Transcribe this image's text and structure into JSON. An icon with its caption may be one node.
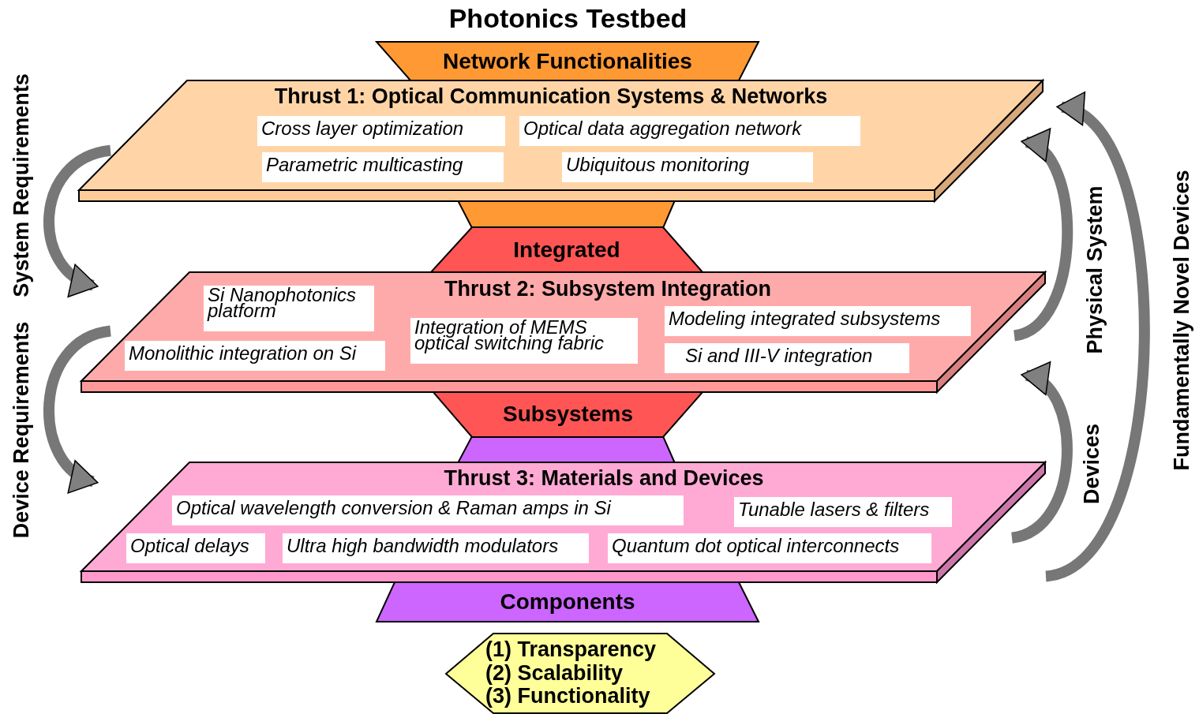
{
  "diagram": {
    "title": "Photonics Testbed",
    "nodes": [
      {
        "text": [
          "Network Functionalities"
        ]
      },
      {
        "text": [
          "Thrust 1: Optical Communication Systems & Networks"
        ]
      },
      {
        "text": [
          "Cross layer optimization"
        ],
        "in": 1
      },
      {
        "text": [
          "Optical data aggregation network"
        ],
        "in": 1
      },
      {
        "text": [
          "Parametric multicasting"
        ],
        "in": 1
      },
      {
        "text": [
          "Ubiquitous monitoring"
        ],
        "in": 1
      },
      {
        "text": [
          "Integrated"
        ]
      },
      {
        "text": [
          "Thrust 2: Subsystem Integration"
        ]
      },
      {
        "text": [
          "Si Nanophotonics platform"
        ],
        "in": 7
      },
      {
        "text": [
          "Integration of MEMS optical switching fabric"
        ],
        "in": 7
      },
      {
        "text": [
          "Modeling integrated subsystems"
        ],
        "in": 7
      },
      {
        "text": [
          "Monolithic integration on Si"
        ],
        "in": 7
      },
      {
        "text": [
          "Si and III-V integration"
        ],
        "in": 7
      },
      {
        "text": [
          "Subsystems"
        ]
      },
      {
        "text": [
          "Thrust 3: Materials and Devices"
        ]
      },
      {
        "text": [
          "Optical wavelength conversion & Raman amps in Si"
        ],
        "in": 14
      },
      {
        "text": [
          "Tunable lasers & filters"
        ],
        "in": 14
      },
      {
        "text": [
          "Optical delays"
        ],
        "in": 14
      },
      {
        "text": [
          "Ultra high bandwidth modulators"
        ],
        "in": 14
      },
      {
        "text": [
          "Quantum dot optical interconnects"
        ],
        "in": 14
      },
      {
        "text": [
          "Components"
        ]
      },
      {
        "text": [
          "(1) Transparency",
          "(2) Scalability",
          "(3) Functionality"
        ]
      }
    ],
    "edges": [
      {
        "from": 1,
        "to": 7,
        "arrow": "to",
        "label": "System Requirements"
      },
      {
        "from": 7,
        "to": 14,
        "arrow": "to",
        "label": "Device Requirements"
      },
      {
        "from": 7,
        "to": 1,
        "arrow": "to",
        "label": "Physical System"
      },
      {
        "from": 14,
        "to": 7,
        "arrow": "to",
        "label": "Devices"
      },
      {
        "from": 14,
        "to": 1,
        "arrow": "to",
        "label": "Fundamentally Novel Devices"
      }
    ]
  }
}
